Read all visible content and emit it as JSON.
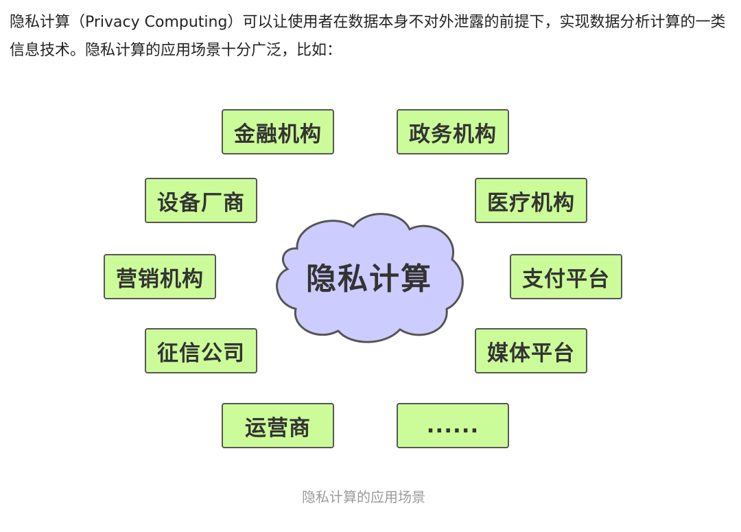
{
  "intro": {
    "text": "隐私计算（Privacy Computing）可以让使用者在数据本身不对外泄露的前提下，实现数据分析计算的一类信息技术。隐私计算的应用场景十分广泛，比如："
  },
  "diagram": {
    "center_label": "隐私计算",
    "box_fill": "#ccfc99",
    "cloud_fill": "#ccccff",
    "border_color": "#555555",
    "items": [
      "金融机构",
      "政务机构",
      "设备厂商",
      "医疗机构",
      "营销机构",
      "支付平台",
      "征信公司",
      "媒体平台",
      "运营商",
      "......"
    ]
  },
  "caption": "隐私计算的应用场景"
}
